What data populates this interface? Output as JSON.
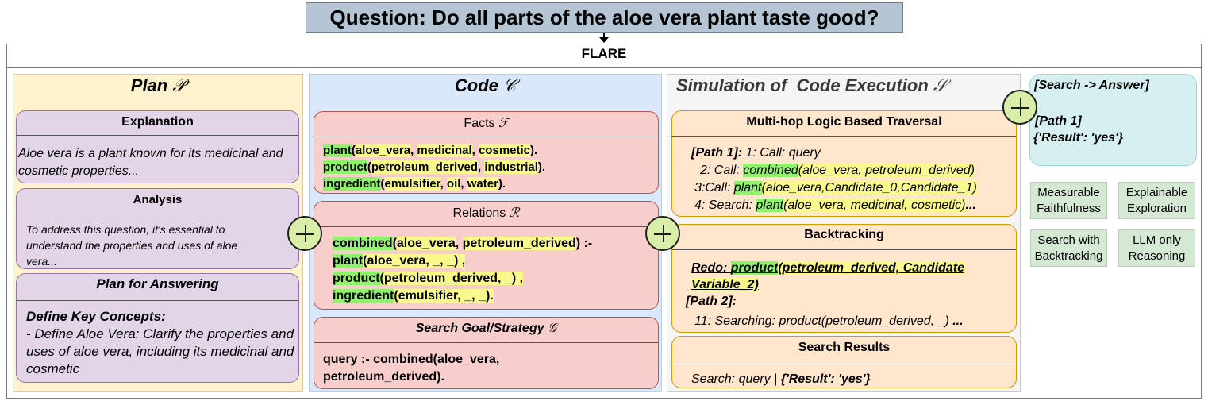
{
  "question": "Question: Do all parts of the aloe vera plant taste good?",
  "framework": "FLARE",
  "plan": {
    "title": "Plan",
    "symbol": "𝒫",
    "explanation": {
      "title": "Explanation",
      "text": "Aloe vera is a plant known for its medicinal and cosmetic properties..."
    },
    "analysis": {
      "title": "Analysis",
      "text": "To address this question, it's essential to understand the properties and uses of aloe vera..."
    },
    "answering": {
      "title": "Plan for Answering",
      "subtitle": "Define Key Concepts:",
      "text": "- Define Aloe Vera: Clarify the properties and uses of aloe vera, including its medicinal and cosmetic"
    }
  },
  "code": {
    "title": "Code",
    "symbol": "𝒞",
    "facts": {
      "title": "Facts",
      "symbol": "ℱ",
      "lines": [
        [
          "plant",
          "(",
          "aloe_vera",
          ", ",
          "medicinal",
          ", ",
          "cosmetic",
          ")."
        ],
        [
          "product",
          "(",
          "petroleum_derived",
          ", ",
          "industrial",
          ")."
        ],
        [
          "ingredient",
          "(",
          "emulsifier",
          ", ",
          "oil",
          ", ",
          "water",
          ")."
        ]
      ]
    },
    "relations": {
      "title": "Relations",
      "symbol": "ℛ",
      "lines": [
        [
          "combined",
          "(",
          "aloe_vera",
          ", ",
          "petroleum_derived",
          ") :-"
        ],
        [
          "plant",
          "(aloe_vera, _, _) ,"
        ],
        [
          "product",
          "(petroleum_derived, _) ,"
        ],
        [
          "ingredient",
          "(emulsifier, _, _)."
        ]
      ]
    },
    "goal": {
      "title": "Search Goal/Strategy",
      "symbol": "𝒢",
      "line1": "query :- combined(aloe_vera,",
      "line2": "petroleum_derived)."
    }
  },
  "simulation": {
    "title": "Simulation of  Code Execution",
    "symbol": "𝒮",
    "traversal": {
      "title": "Multi-hop Logic Based Traversal",
      "path_label": "[Path 1]:",
      "l1": " 1: Call: query",
      "l2_pre": "2: Call: ",
      "l2_hl": "combined",
      "l2_post": "(aloe_vera, petroleum_derived)",
      "l3_pre": "3:Call: ",
      "l3_hl": "plant",
      "l3_post": "(aloe_vera,Candidate_0,Candidate_1)",
      "l4_pre": "4: Search: ",
      "l4_hl": "plant",
      "l4_post": "(aloe_vera, medicinal, cosmetic)",
      "l4_end": "..."
    },
    "backtracking": {
      "title": "Backtracking",
      "redo_label": "Redo: ",
      "redo_hl": "product",
      "redo_post": "(petroleum_derived, Candidate",
      "redo_line2": "Variable_2)",
      "path2": "[Path 2]:",
      "l11": "11: Searching: product(petroleum_derived, _) ",
      "l11_end": "..."
    },
    "results": {
      "title": "Search Results",
      "pre": "Search: query | ",
      "result": "{'Result': 'yes'}"
    }
  },
  "answer": {
    "title": "[Search -> Answer]",
    "path": "[Path 1]",
    "result": "{'Result': 'yes'}"
  },
  "properties": [
    [
      "Measurable",
      "Faithfulness"
    ],
    [
      "Explainable",
      "Exploration"
    ],
    [
      "Search with",
      "Backtracking"
    ],
    [
      "LLM only",
      "Reasoning"
    ]
  ],
  "colors": {
    "question_bg": "#b6c5d3",
    "plan_bg": "#fff2cc",
    "code_bg": "#dae8fc",
    "sim_bg": "#f5f5f5",
    "highlight_green": "#8ef26b",
    "highlight_yellow": "#fafa8c"
  }
}
